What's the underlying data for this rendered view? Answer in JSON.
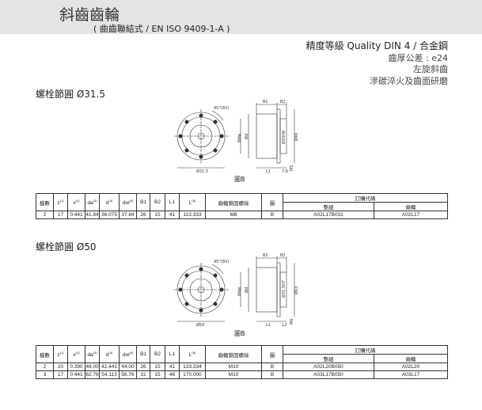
{
  "header": {
    "title": "斜齒齒輪",
    "subtitle": "( 曲齒聯結式 / EN ISO 9409-1-A )"
  },
  "specs": [
    "精度等級 Quality DIN 4  /  合金鋼",
    "齒厚公差 : e24",
    "左旋斜齒",
    "滲碳淬火及齒面研磨"
  ],
  "columns": {
    "module": "模數",
    "z": "z",
    "z_sup": "(1)",
    "x": "x",
    "x_sup": "(2)",
    "da": "da",
    "da_sup": "(3)",
    "d": "d",
    "d_sup": "(4)",
    "dw": "dw",
    "dw_sup": "(5)",
    "b1": "B1",
    "b2": "B2",
    "l1": "L1",
    "l": "L",
    "l_sup": "(6)",
    "screw": "齒輪鎖固螺絲",
    "fig": "圖",
    "order": "訂購代碼",
    "set": "整組",
    "gear": "齒輪"
  },
  "sections": [
    {
      "heading": "螺栓節圓  Ø31.5",
      "caption": "圖B",
      "drawing": {
        "angle": "45°(8X)",
        "pcd": "Ø31.5",
        "b1": "B1",
        "b2": "B2",
        "d1": "Ødw",
        "d2": "Ød",
        "d3": "Ø20H6",
        "d4": "Ø40",
        "l1": "L1",
        "l2": "7.6",
        "m": "M5"
      },
      "rows": [
        [
          "2",
          "17",
          "0.441",
          "41.84",
          "36.075",
          "37.84",
          "26",
          "15",
          "41",
          "113.333",
          "M8",
          "B",
          "A02L17B031",
          "A02L17"
        ]
      ]
    },
    {
      "heading": "螺栓節圓  Ø50",
      "caption": "圖B",
      "drawing": {
        "angle": "45°(8X)",
        "pcd": "Ø50",
        "b1": "B1",
        "b2": "B2",
        "d1": "Ødw",
        "d2": "Ød",
        "d3": "Ø31.5H7",
        "d4": "Ø63",
        "l1": "L1",
        "l2": "12",
        "m": "M6"
      },
      "rows": [
        [
          "2",
          "20",
          "0.390",
          "48.00",
          "42.441",
          "44.00",
          "26",
          "15",
          "41",
          "133.334",
          "M10",
          "B",
          "A02L20B050",
          "A02L20"
        ],
        [
          "3",
          "17",
          "0.441",
          "62.76",
          "54.113",
          "56.76",
          "31",
          "15",
          "46",
          "170.000",
          "M10",
          "B",
          "A03L17B050",
          "A03L17"
        ]
      ]
    }
  ]
}
